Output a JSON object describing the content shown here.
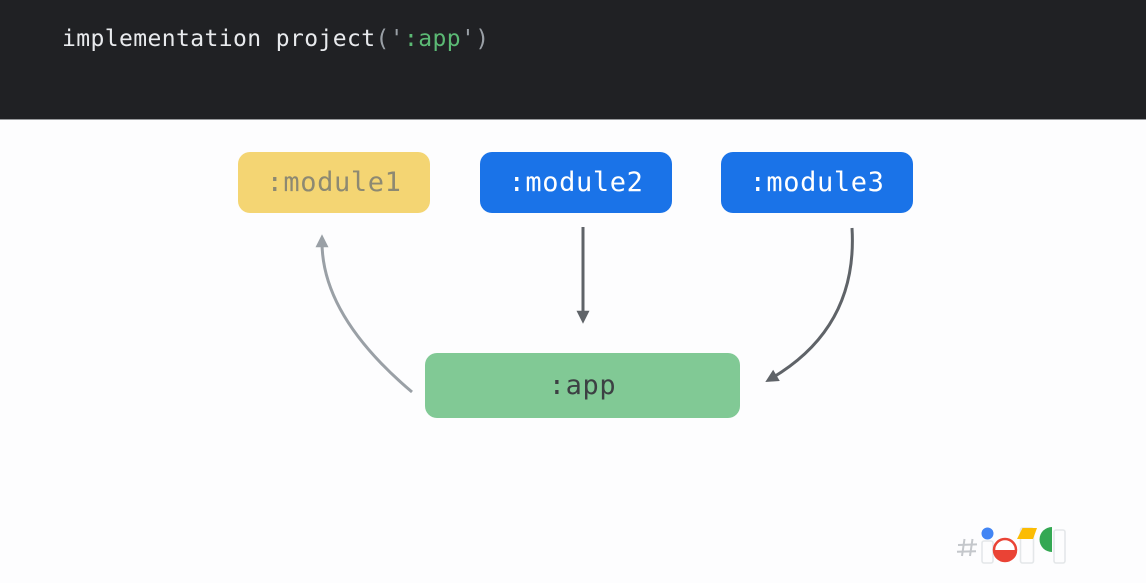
{
  "slide": {
    "code": {
      "full_text": "implementation project(':app')",
      "segments": [
        {
          "text": "implementation project",
          "color": "#e8eaed",
          "role": "keyword-call"
        },
        {
          "text": "(",
          "color": "#9aa0a6",
          "role": "punctuation"
        },
        {
          "text": "'",
          "color": "#9aa0a6",
          "role": "punctuation"
        },
        {
          "text": ":app",
          "color": "#5bb974",
          "role": "string"
        },
        {
          "text": "'",
          "color": "#9aa0a6",
          "role": "punctuation"
        },
        {
          "text": ")",
          "color": "#9aa0a6",
          "role": "punctuation"
        }
      ],
      "background": "#202124"
    },
    "diagram": {
      "nodes": [
        {
          "id": "module1",
          "label": ":module1",
          "bg": "#f4d573",
          "fg": "#8d8972"
        },
        {
          "id": "module2",
          "label": ":module2",
          "bg": "#1a73e8",
          "fg": "#ffffff"
        },
        {
          "id": "module3",
          "label": ":module3",
          "bg": "#1a73e8",
          "fg": "#ffffff"
        },
        {
          "id": "app",
          "label": ":app",
          "bg": "#81c995",
          "fg": "#3c4043"
        }
      ],
      "edges": [
        {
          "from": ":app",
          "to": ":module1",
          "shape": "curved",
          "color": "#9aa0a6"
        },
        {
          "from": ":module2",
          "to": ":app",
          "shape": "straight",
          "color": "#5f6368"
        },
        {
          "from": ":module3",
          "to": ":app",
          "shape": "curved",
          "color": "#5f6368"
        }
      ]
    },
    "logo": {
      "name": "google-io-hashtag-logo",
      "depicts": "#io19",
      "colors": {
        "hash": "#c4c7cb",
        "blue": "#4285f4",
        "red": "#ea4335",
        "yellow": "#fbbc04",
        "green": "#34a853",
        "outline": "#e4e7e9"
      }
    }
  }
}
